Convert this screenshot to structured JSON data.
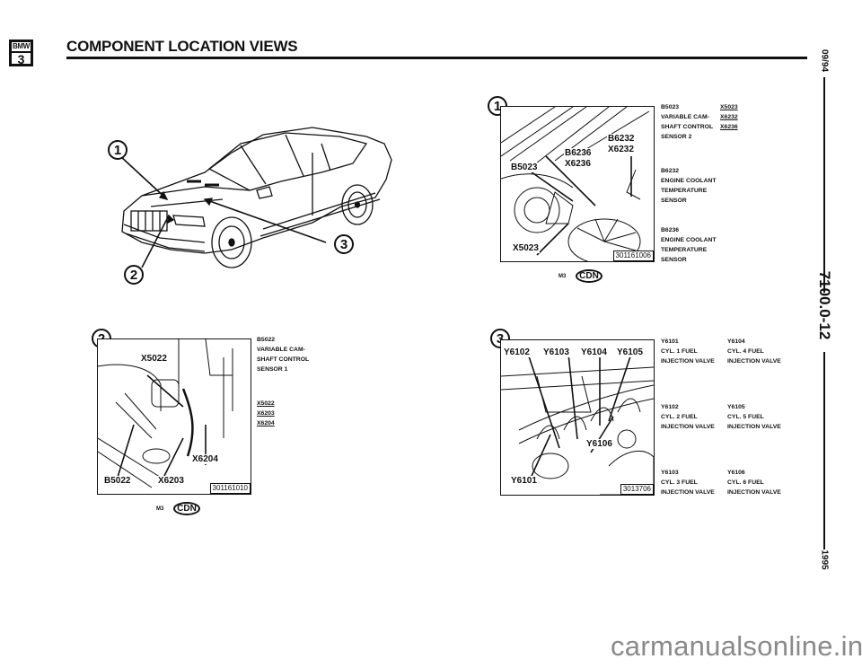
{
  "header": {
    "logo_brand": "BMW",
    "logo_series": "3",
    "title": "COMPONENT LOCATION VIEWS"
  },
  "margin": {
    "date": "09/94",
    "section": "7100.0-12",
    "year": "1995"
  },
  "car_view": {
    "callouts": [
      "1",
      "2",
      "3"
    ]
  },
  "view1": {
    "callout": "1",
    "labels": [
      "B5023",
      "B6236",
      "X6236",
      "B6232",
      "X6232",
      "X5023"
    ],
    "figure_code": "301161006",
    "model": "M3",
    "badge": "CDN",
    "legend": [
      {
        "code": "B5023",
        "lines": [
          "VARIABLE CAM-",
          "SHAFT CONTROL",
          "SENSOR 2"
        ]
      },
      {
        "code": "B6232",
        "lines": [
          "ENGINE COOLANT",
          "TEMPERATURE",
          "SENSOR"
        ]
      },
      {
        "code": "B6236",
        "lines": [
          "ENGINE COOLANT",
          "TEMPERATURE",
          "SENSOR"
        ]
      }
    ],
    "connectors": [
      "X5023",
      "X6232",
      "X6236"
    ]
  },
  "view2": {
    "callout": "2",
    "labels": [
      "X5022",
      "X6204",
      "B5022",
      "X6203"
    ],
    "figure_code": "301161010",
    "model": "M3",
    "badge": "CDN",
    "legend": [
      {
        "code": "B5022",
        "lines": [
          "VARIABLE CAM-",
          "SHAFT CONTROL",
          "SENSOR 1"
        ]
      }
    ],
    "connectors": [
      "X5022",
      "X6203",
      "X6204"
    ]
  },
  "view3": {
    "callout": "3",
    "labels": [
      "Y6102",
      "Y6103",
      "Y6104",
      "Y6105",
      "Y6106",
      "Y6101"
    ],
    "figure_code": "3013706",
    "legend": [
      {
        "code": "Y6101",
        "lines": [
          "CYL. 1 FUEL",
          "INJECTION VALVE"
        ]
      },
      {
        "code": "Y6104",
        "lines": [
          "CYL. 4 FUEL",
          "INJECTION VALVE"
        ]
      },
      {
        "code": "Y6102",
        "lines": [
          "CYL. 2 FUEL",
          "INJECTION VALVE"
        ]
      },
      {
        "code": "Y6105",
        "lines": [
          "CYL. 5 FUEL",
          "INJECTION VALVE"
        ]
      },
      {
        "code": "Y6103",
        "lines": [
          "CYL. 3 FUEL",
          "INJECTION VALVE"
        ]
      },
      {
        "code": "Y6106",
        "lines": [
          "CYL. 6 FUEL",
          "INJECTION VALVE"
        ]
      }
    ]
  },
  "watermark": "carmanualsonline.info"
}
